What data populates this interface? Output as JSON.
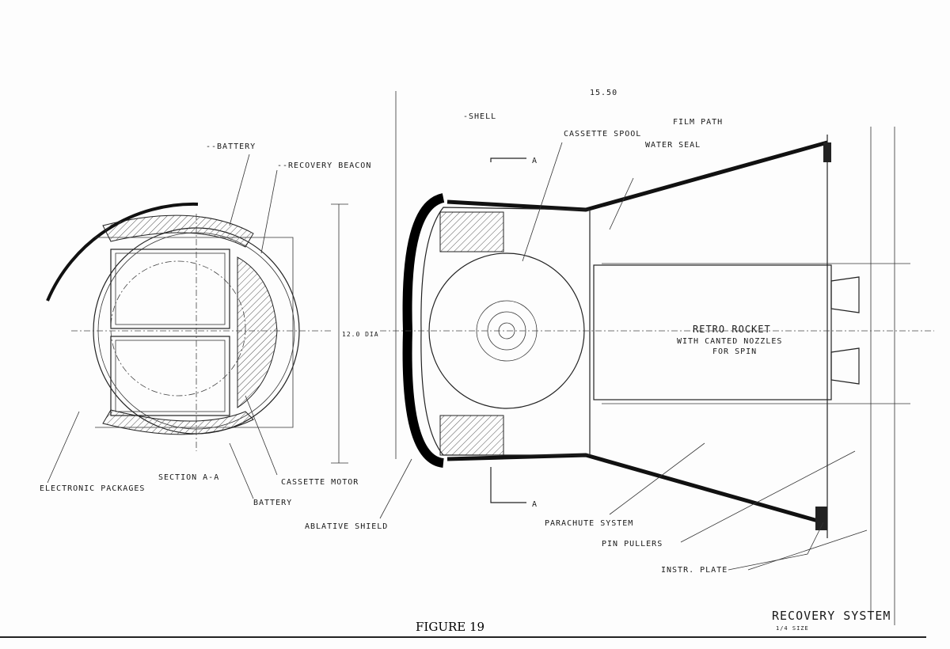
{
  "figure_label": "FIGURE 19",
  "title_block": {
    "title": "RECOVERY SYSTEM",
    "scale": "1/4 SIZE"
  },
  "dimensions": {
    "width_dim": "15.50",
    "diameter_dim": "12.0 DIA"
  },
  "section_view": {
    "caption": "SECTION A-A",
    "labels": {
      "battery_top": "--BATTERY",
      "recovery_beacon": "--RECOVERY BEACON",
      "electronic_packages": "ELECTRONIC PACKAGES",
      "battery_bottom": "BATTERY",
      "cassette_motor": "CASSETTE MOTOR"
    }
  },
  "side_view": {
    "labels": {
      "shell": "-SHELL",
      "cassette_spool": "CASSETTE SPOOL",
      "film_path": "FILM PATH",
      "water_seal": "WATER SEAL",
      "retro_rocket_1": "RETRO ROCKET",
      "retro_rocket_2": "WITH CANTED NOZZLES",
      "retro_rocket_3": "FOR SPIN",
      "ablative_shield": "ABLATIVE SHIELD",
      "parachute_system": "PARACHUTE SYSTEM",
      "pin_pullers": "PIN PULLERS",
      "instr_plate": "INSTR. PLATE",
      "section_a_top": "A",
      "section_a_bottom": "A"
    }
  }
}
